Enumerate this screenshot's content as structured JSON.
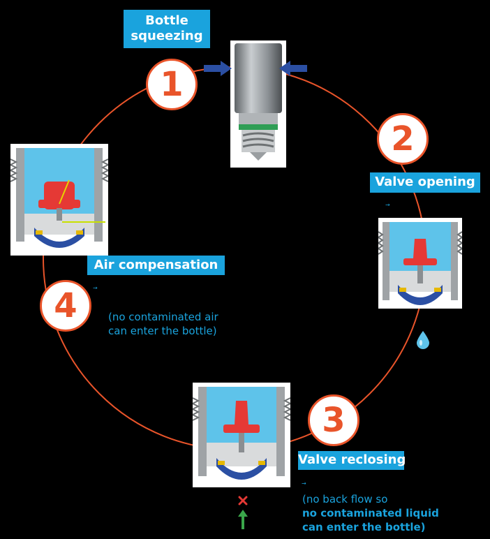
{
  "steps": [
    {
      "number": "1",
      "label_line1": "Bottle",
      "label_line2": "squeezing"
    },
    {
      "number": "2",
      "label": "Valve opening"
    },
    {
      "number": "3",
      "label": "Valve reclosing",
      "note_line1": "(no back flow so",
      "note_line2": "no contaminated liquid",
      "note_line3": "can enter the bottle)"
    },
    {
      "number": "4",
      "label": "Air compensation",
      "note_line1": "(no contaminated air",
      "note_line2": "can enter the bottle)"
    }
  ],
  "colors": {
    "background": "#000000",
    "cycle_ring": "#e9542a",
    "label_box": "#1aa3dd",
    "note_text": "#1aa3dd",
    "arrow": "#2b4fa3",
    "blocked_marker": "#e53935",
    "air_arrow": "#3aa64a"
  },
  "icons": {
    "squeeze_arrows": "arrow-right-icon / arrow-left-icon",
    "drop": "droplet-icon",
    "blocked": "x-mark-icon",
    "air_in": "arrow-up-icon"
  }
}
